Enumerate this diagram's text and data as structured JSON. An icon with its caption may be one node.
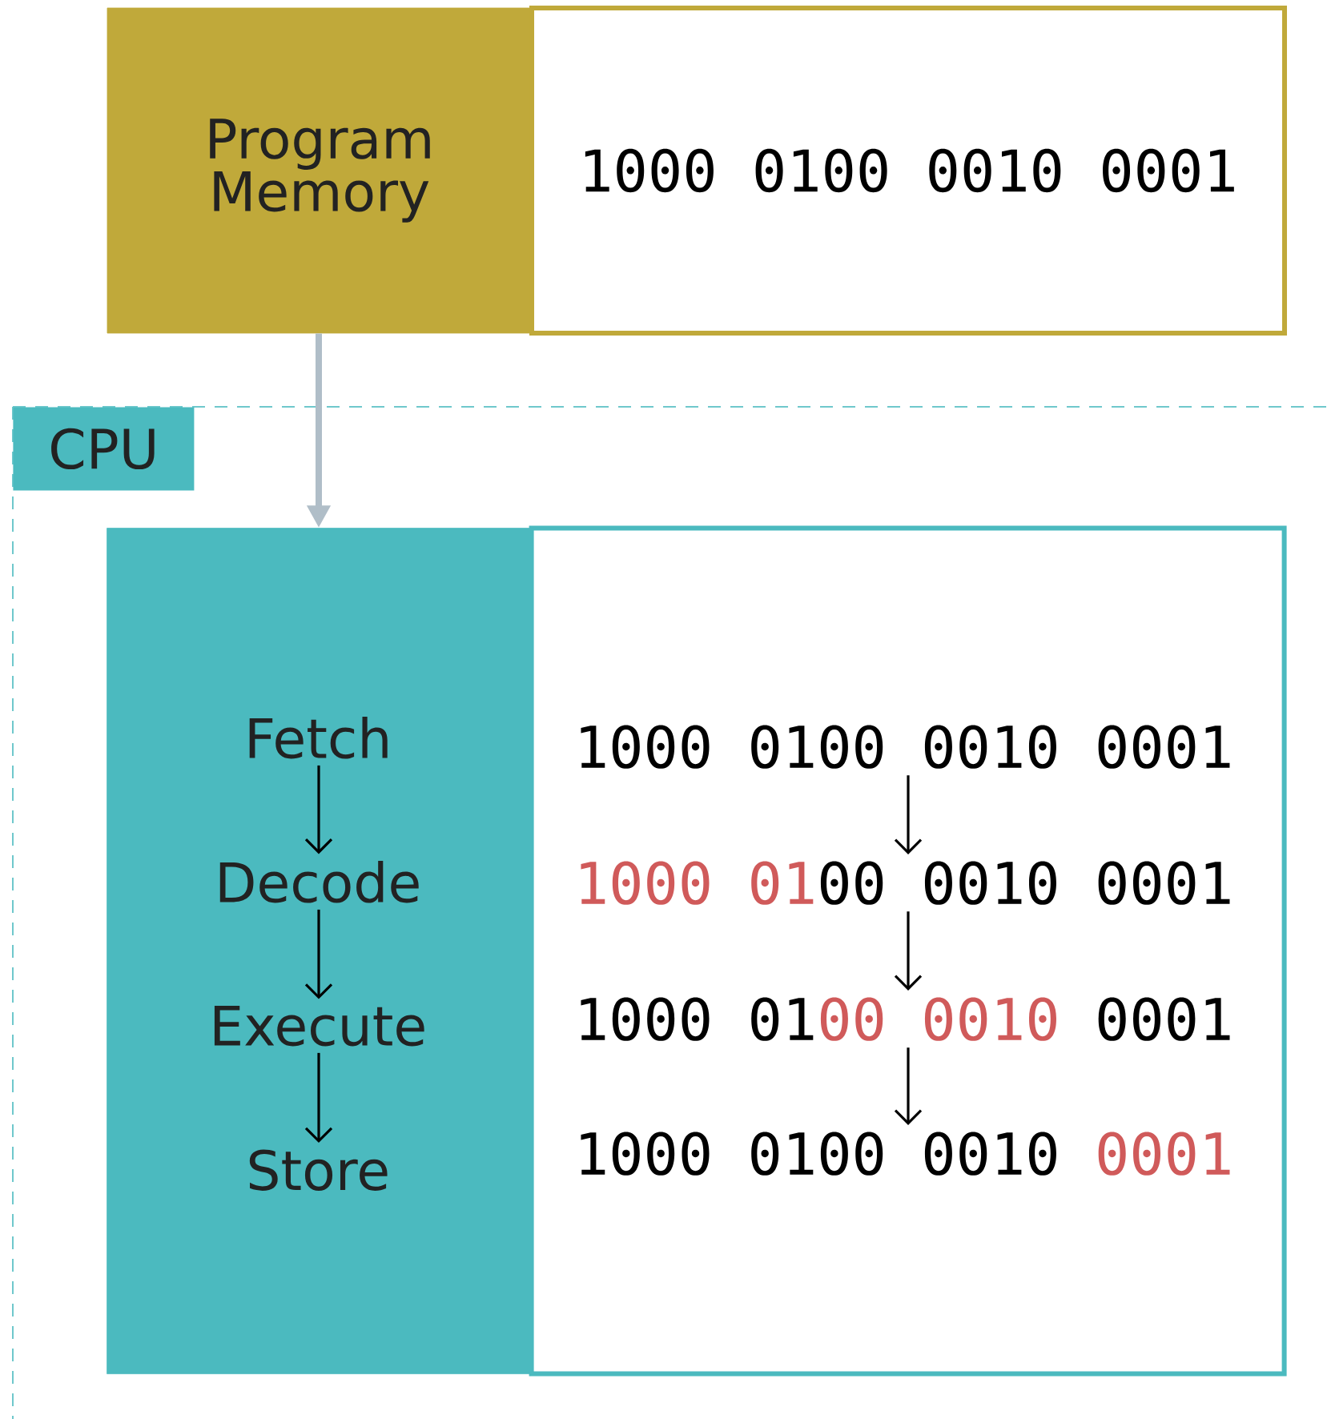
{
  "diagram": {
    "nodes": [
      {
        "text": [
          "Program Memory"
        ]
      },
      {
        "text": [
          "1000 0100 0010 0001"
        ]
      },
      {
        "text": [
          "CPU"
        ]
      },
      {
        "text": [],
        "shape": "box",
        "in": 2
      },
      {
        "text": [
          "Fetch"
        ],
        "in": 3
      },
      {
        "text": [
          "Decode"
        ],
        "in": 3
      },
      {
        "text": [
          "Execute"
        ],
        "in": 3
      },
      {
        "text": [
          "Store"
        ],
        "in": 3
      },
      {
        "text": [],
        "shape": "box",
        "in": 2
      },
      {
        "text": [
          "1000 0100 0010 0001"
        ],
        "in": 8
      },
      {
        "text": [
          "1000 01",
          "00 0010 0001"
        ],
        "in": 8
      },
      {
        "text": [
          "1000 01",
          "00 0010",
          "0001"
        ],
        "in": 8
      },
      {
        "text": [
          "1000 0100 0010",
          "0001"
        ],
        "in": 8
      }
    ],
    "edges": [
      {
        "from": 0,
        "to": 3,
        "arrow": "to",
        "style": "thick",
        "color": "#b0bec8"
      },
      {
        "from": 4,
        "to": 5,
        "arrow": "to"
      },
      {
        "from": 5,
        "to": 6,
        "arrow": "to"
      },
      {
        "from": 6,
        "to": 7,
        "arrow": "to"
      },
      {
        "from": 9,
        "to": 10,
        "arrow": "to"
      },
      {
        "from": 10,
        "to": 11,
        "arrow": "to"
      },
      {
        "from": 11,
        "to": 12,
        "arrow": "to"
      }
    ]
  }
}
